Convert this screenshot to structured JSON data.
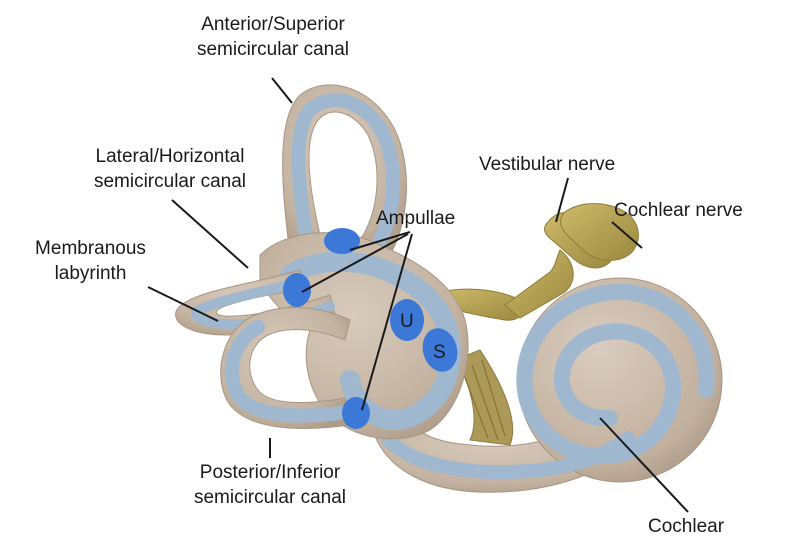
{
  "labels": {
    "anterior_superior": [
      "Anterior/Superior",
      "semicircular canal"
    ],
    "lateral_horizontal": [
      "Lateral/Horizontal",
      "semicircular canal"
    ],
    "membranous_labyrinth": [
      "Membranous",
      "labyrinth"
    ],
    "ampullae": "Ampullae",
    "vestibular_nerve": "Vestibular nerve",
    "cochlear_nerve": "Cochlear nerve",
    "posterior_inferior": [
      "Posterior/Inferior",
      "semicircular canal"
    ],
    "cochlear": "Cochlear",
    "utricle_mark": "U",
    "saccule_mark": "S"
  },
  "colors": {
    "bone": "#c8b8a6",
    "bone_edge": "#a89684",
    "membrane": "#9fb7cf",
    "ampulla": "#3c78d8",
    "nerve": "#b5a257",
    "nerve_dark": "#8f7d37",
    "line": "#1a1a1a"
  }
}
